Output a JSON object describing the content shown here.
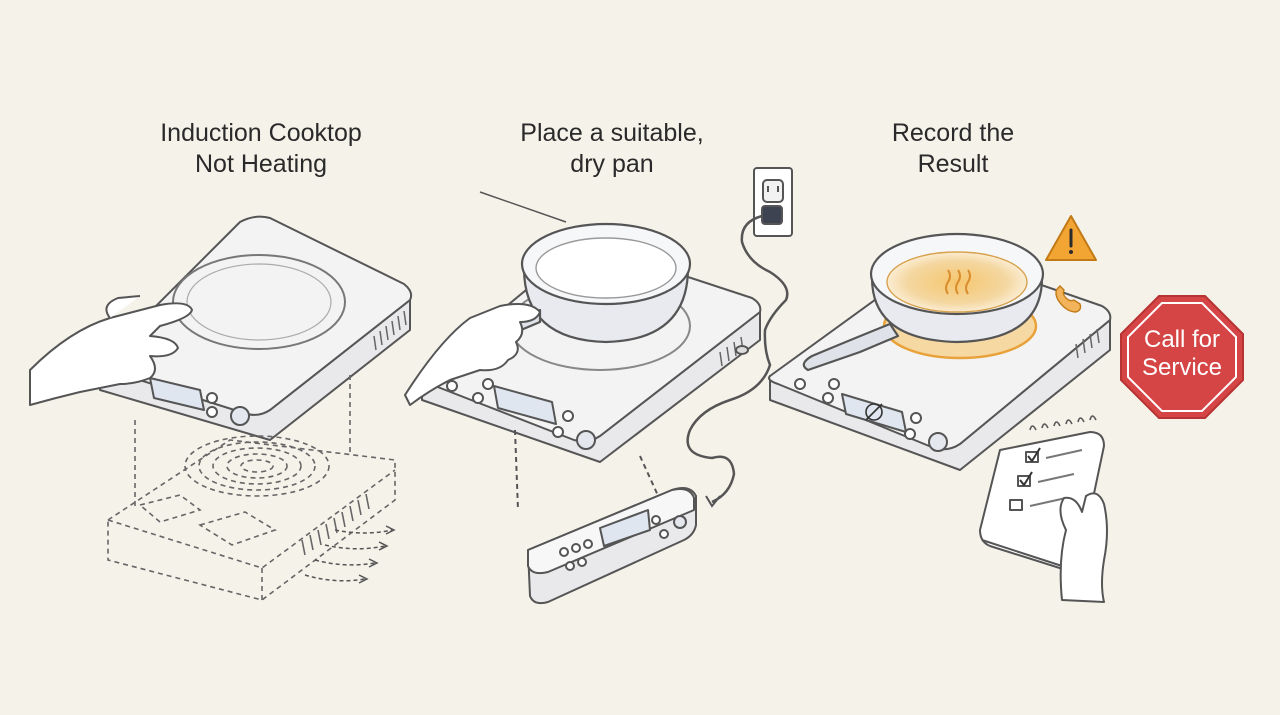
{
  "steps": [
    {
      "title": "Induction Cooktop\nNot Heating"
    },
    {
      "title": "Place a suitable,\ndry pan"
    },
    {
      "title": "Record the\nResult"
    }
  ],
  "sign": {
    "label": "Call for\nService"
  },
  "icons": {
    "step1": [
      "hand-icon",
      "cooktop-icon",
      "coil-icon",
      "vent-arrows-icon"
    ],
    "step2": [
      "pan-icon",
      "power-outlet-icon",
      "plug-icon",
      "control-panel-icon"
    ],
    "step3": [
      "warning-icon",
      "phone-icon",
      "error-code-icon",
      "notepad-checklist-icon",
      "stop-sign-icon"
    ]
  },
  "colors": {
    "background": "#f5f2ea",
    "line": "#555555",
    "heat_glow": "#f0b14a",
    "warning": "#f2a533",
    "stop_sign": "#d64545"
  }
}
